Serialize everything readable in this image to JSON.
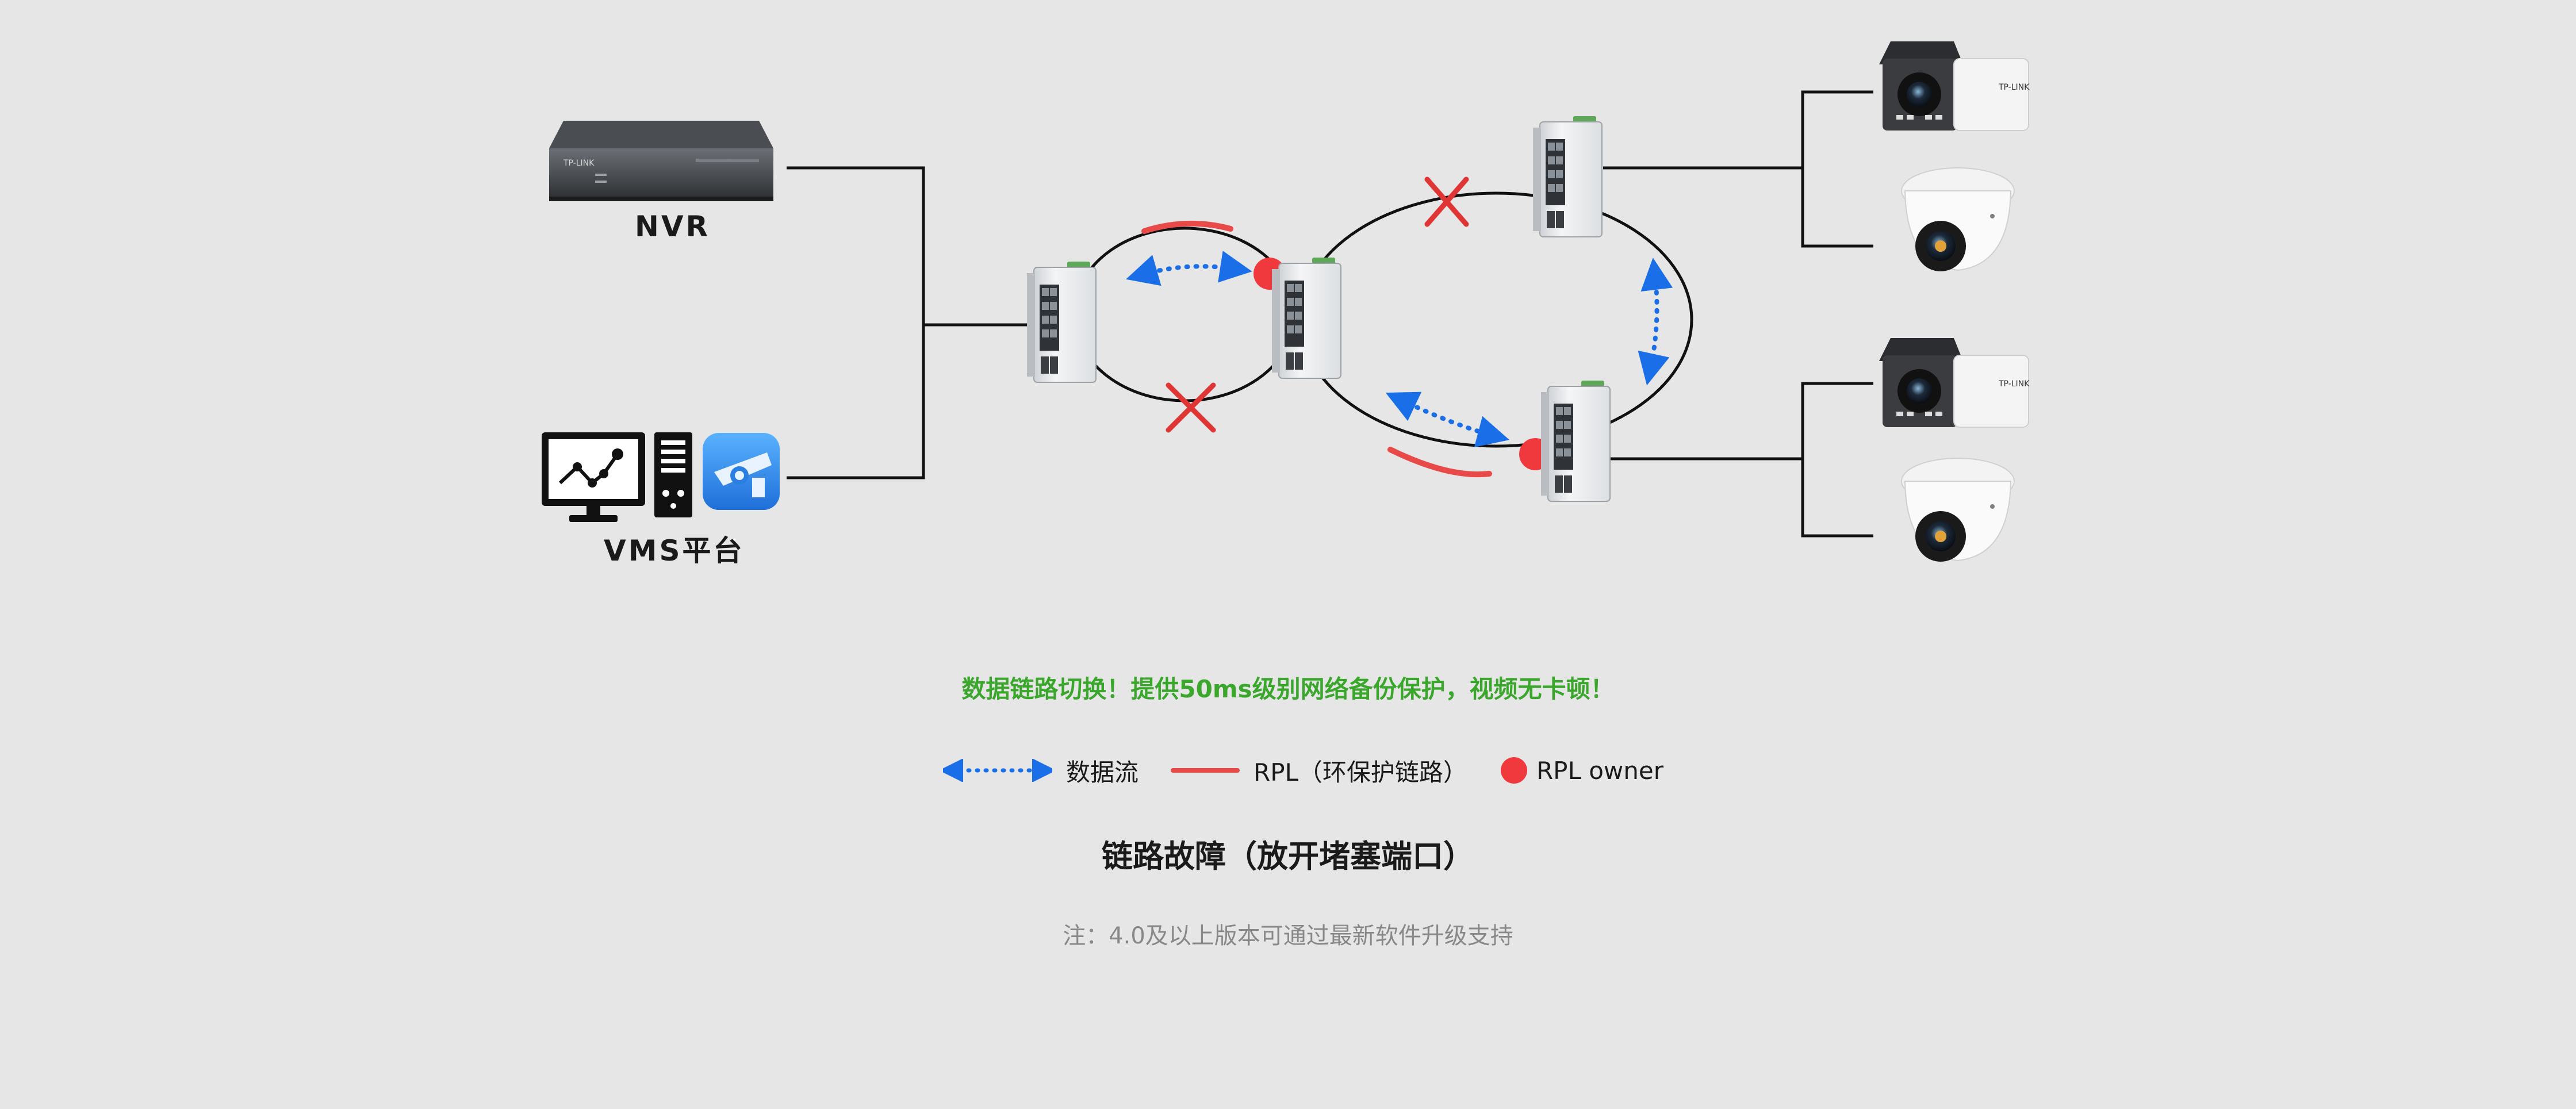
{
  "devices": {
    "nvr_label": "NVR",
    "vms_label": "VMS平台",
    "nvr_brand": "TP-LINK",
    "camera_brand": "TP-LINK"
  },
  "headline": "数据链路切换！提供50ms级别网络备份保护，视频无卡顿！",
  "legend": {
    "data_flow": "数据流",
    "rpl": "RPL（环保护链路）",
    "rpl_owner": "RPL owner"
  },
  "subtitle": "链路故障（放开堵塞端口）",
  "note": "注：4.0及以上版本可通过最新软件升级支持",
  "colors": {
    "background": "#e6e6e6",
    "link": "#111111",
    "rpl": "#e84a4a",
    "owner": "#f0393d",
    "data_flow": "#1a6fe8",
    "fault_mark": "#e03535",
    "headline": "#3aa62c",
    "note": "#888888"
  },
  "icons": [
    "nvr-icon",
    "vms-monitor-icon",
    "vms-tower-icon",
    "vms-app-icon",
    "switch-icon",
    "bullet-camera-icon",
    "dome-camera-icon",
    "fault-x-icon"
  ]
}
